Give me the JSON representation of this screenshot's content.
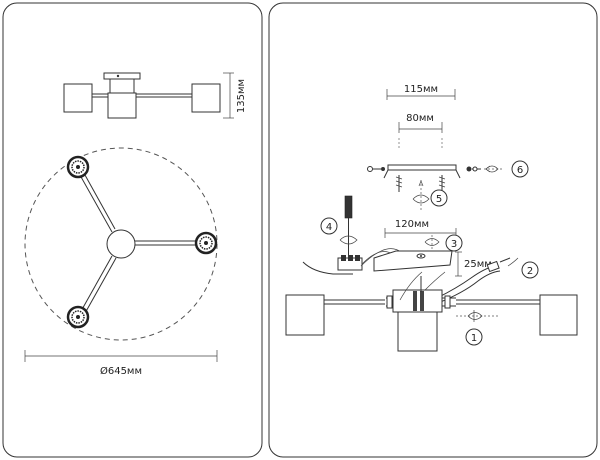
{
  "left_panel": {
    "dim_height": "135мм",
    "dim_diameter": "Ø645мм"
  },
  "right_panel": {
    "dim_bracket_outer": "115мм",
    "dim_bracket_inner": "80мм",
    "dim_canopy_width": "120мм",
    "dim_canopy_height": "25мм",
    "steps": [
      "1",
      "2",
      "3",
      "4",
      "5",
      "6"
    ]
  }
}
